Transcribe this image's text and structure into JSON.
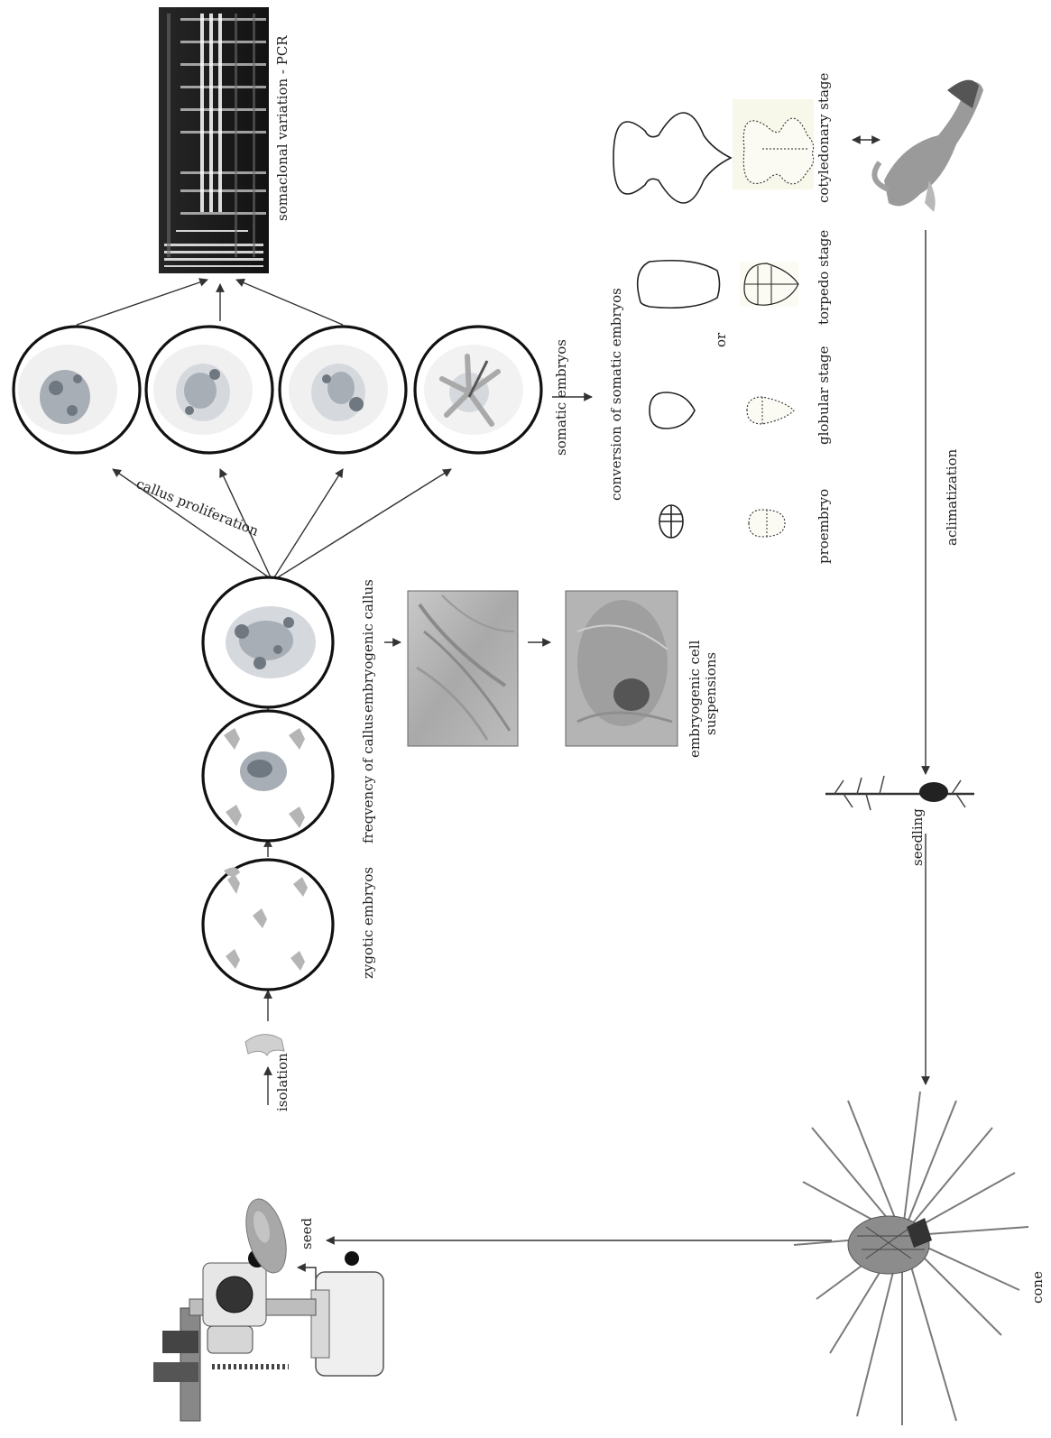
{
  "labels": {
    "isolation": "isolation",
    "seed": "seed",
    "cone": "cone",
    "zygotic_embryos": "zygotic embryos",
    "frequency_of_callus": "freqvency of callus",
    "embryogenic_callus": "embryogenic callus",
    "embryogenic_cell_suspensions_1": "embryogenic cell",
    "embryogenic_cell_suspensions_2": "suspensions",
    "callus_proliferation": "callus proliferation",
    "somatic_embryos": "somatic embryos",
    "conversion_of_somatic_embryos": "conversion of somatic embryos",
    "or": "or",
    "proembryo": "proembryo",
    "globular_stage": "globular stage",
    "torpedo_stage": "torpedo stage",
    "cotyledonary_stage": "cotyledonary stage",
    "somaclonal_variation_pcr": "somaclonal variation - PCR",
    "acclimatization": "aclimatization",
    "seedling": "seedling"
  },
  "colors": {
    "dish_border": "#111111",
    "arrow": "#333333",
    "gel_background": "#1c1c1c",
    "gel_band": "#e8e8e8"
  }
}
